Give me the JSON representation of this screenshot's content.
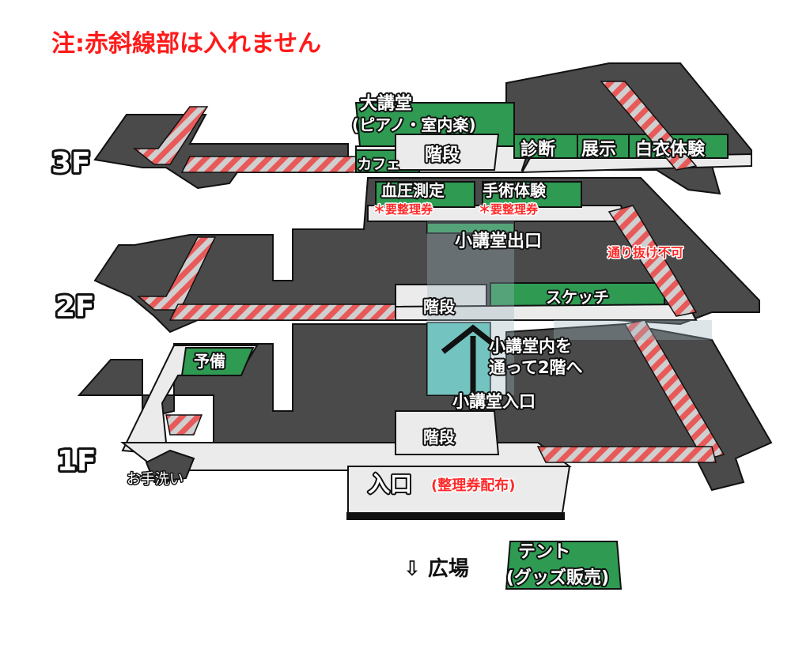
{
  "title": "注:赤斜線部は入れません",
  "floors": {
    "f3": "3F",
    "f2": "2F",
    "f1": "1F"
  },
  "rooms_3f": {
    "hall_big": "大講堂",
    "hall_big_sub": "(ピアノ・室内楽)",
    "cafe": "カフェ",
    "stairs": "階段",
    "shindan": "診断",
    "tenji": "展示",
    "hakui": "白衣体験"
  },
  "rooms_2f": {
    "ketsuatsu": "血圧測定",
    "ketsuatsu_note": "＊要整理券",
    "shujutsu": "手術体験",
    "shujutsu_note": "＊要整理券",
    "hall_small_exit": "小講堂出口",
    "no_pass": "通り抜け不可",
    "sketch": "スケッチ",
    "stairs": "階段"
  },
  "rooms_1f": {
    "yobi": "予備",
    "route_line1": "小講堂内を",
    "route_line2": "通って2階へ",
    "hall_small_entrance": "小講堂入口",
    "stairs": "階段",
    "washroom": "お手洗い",
    "entrance": "入口",
    "entrance_note": "(整理券配布)"
  },
  "outside": {
    "plaza": "⇩ 広場",
    "tent_line1": "テント",
    "tent_line2": "(グッズ販売)"
  },
  "colors": {
    "dark_room": "#4a4a4a",
    "corridor": "#ebebeb",
    "event_room": "#2e9a52",
    "hall_overlay": "#3fc3b5",
    "no_entry_hatch": "#e85a5a",
    "note_red": "#ff2a2a"
  }
}
